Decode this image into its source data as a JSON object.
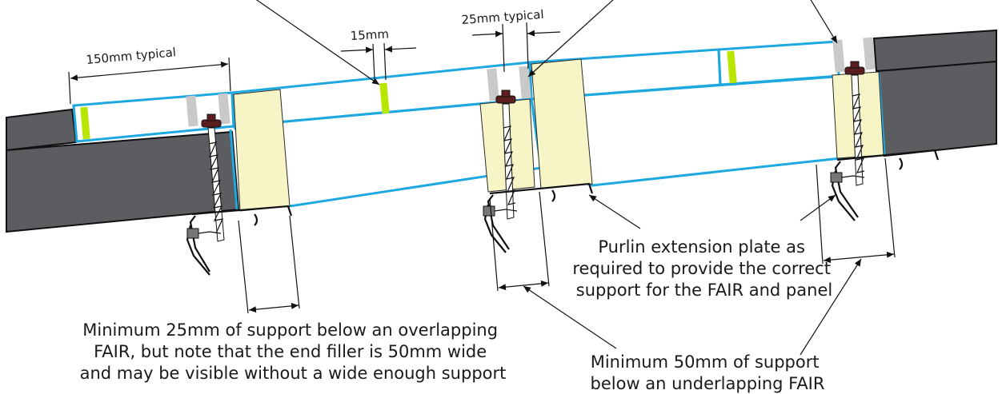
{
  "dimensions": {
    "d150": "150mm typical",
    "d15": "15mm",
    "d25": "25mm typical"
  },
  "notes": {
    "purlin": [
      "Purlin extension plate as",
      "required to provide the correct",
      "support for the FAIR and panel"
    ],
    "overlap": [
      "Minimum 25mm of support below an overlapping",
      "FAIR, but note that the end filler is 50mm wide",
      "and may be visible without a wide enough support"
    ],
    "underlap": [
      "Minimum 50mm of support",
      "below an underlapping FAIR"
    ]
  },
  "colors": {
    "panel_outline": "#1ea8e0",
    "roof_sheet": "#5c5d60",
    "filler": "#f7f5c6",
    "seal_strip": "#b8e600",
    "spacer": "#c9c9c9",
    "washer": "#5a1e1e"
  }
}
